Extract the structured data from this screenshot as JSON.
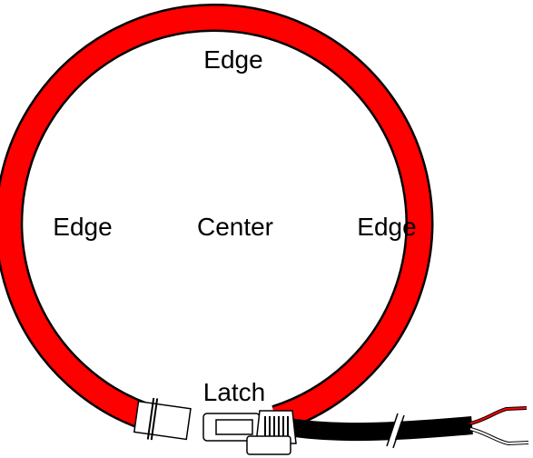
{
  "labels": {
    "top": "Edge",
    "left": "Edge",
    "center": "Center",
    "right": "Edge",
    "latch": "Latch"
  },
  "colors": {
    "coil": "#ff0000",
    "outline": "#000000",
    "cable": "#000000",
    "connector": "#ffffff",
    "wire_white": "#ffffff",
    "wire_red": "#ff0000",
    "background": "#ffffff"
  }
}
